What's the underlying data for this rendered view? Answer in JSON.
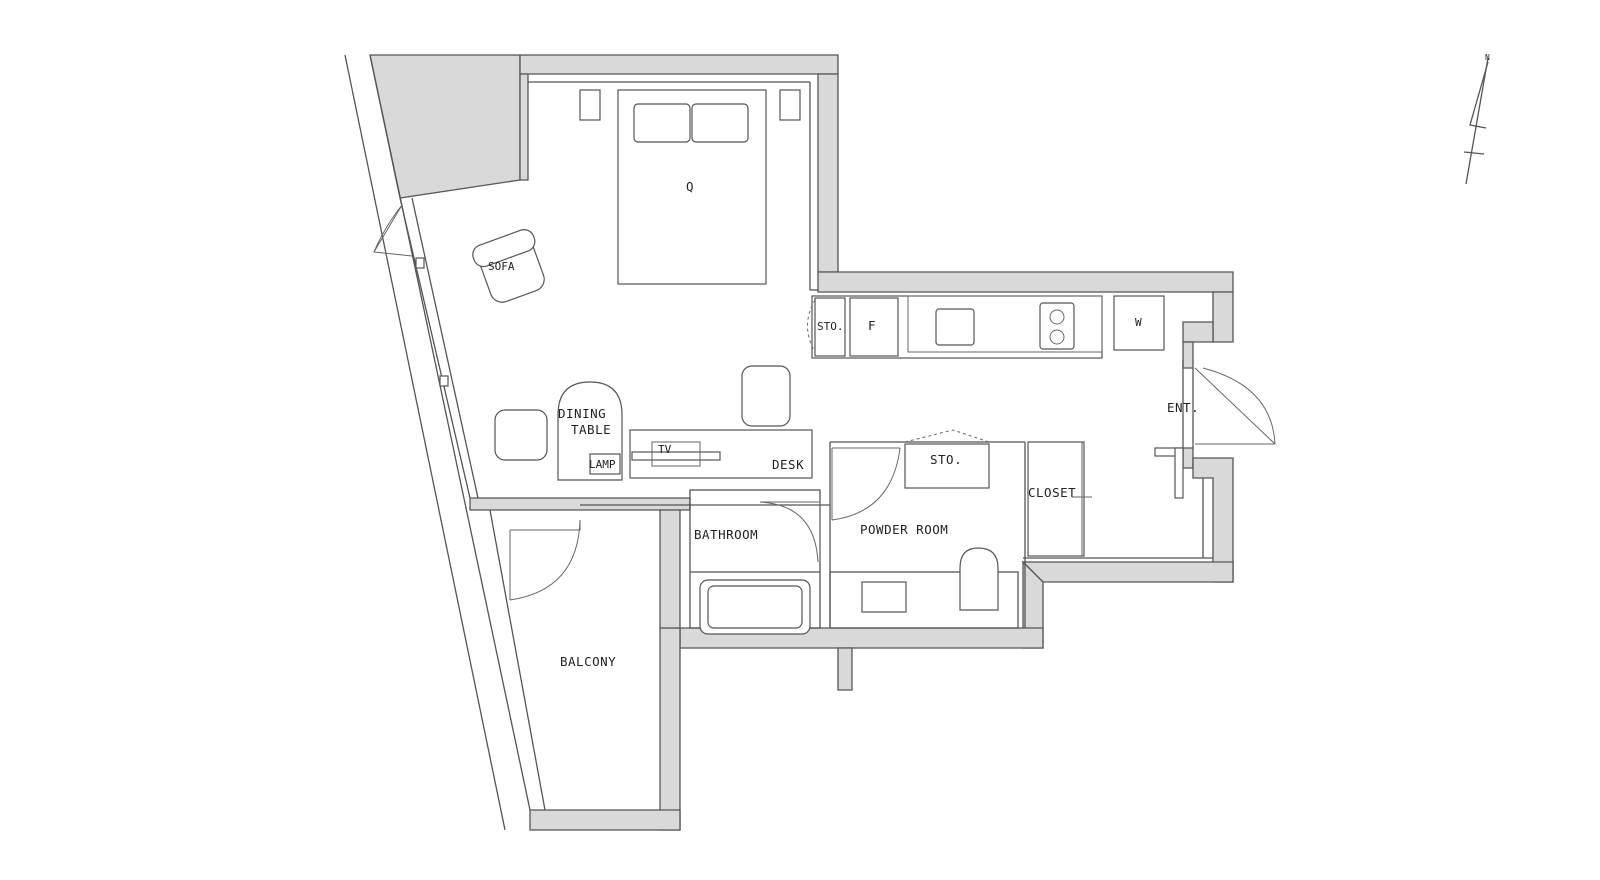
{
  "rooms": {
    "bed": "Q",
    "sofa": "SOFA",
    "storage_kitchen": "STO.",
    "fridge": "F",
    "washer": "W",
    "entrance": "ENT.",
    "dining_line1": "DINING",
    "dining_line2": "TABLE",
    "lamp": "LAMP",
    "tv": "TV",
    "desk": "DESK",
    "storage_powder": "STO.",
    "closet": "CLOSET",
    "bathroom": "BATHROOM",
    "powder_room": "POWDER ROOM",
    "balcony": "BALCONY"
  },
  "compass": {
    "north": "N"
  }
}
